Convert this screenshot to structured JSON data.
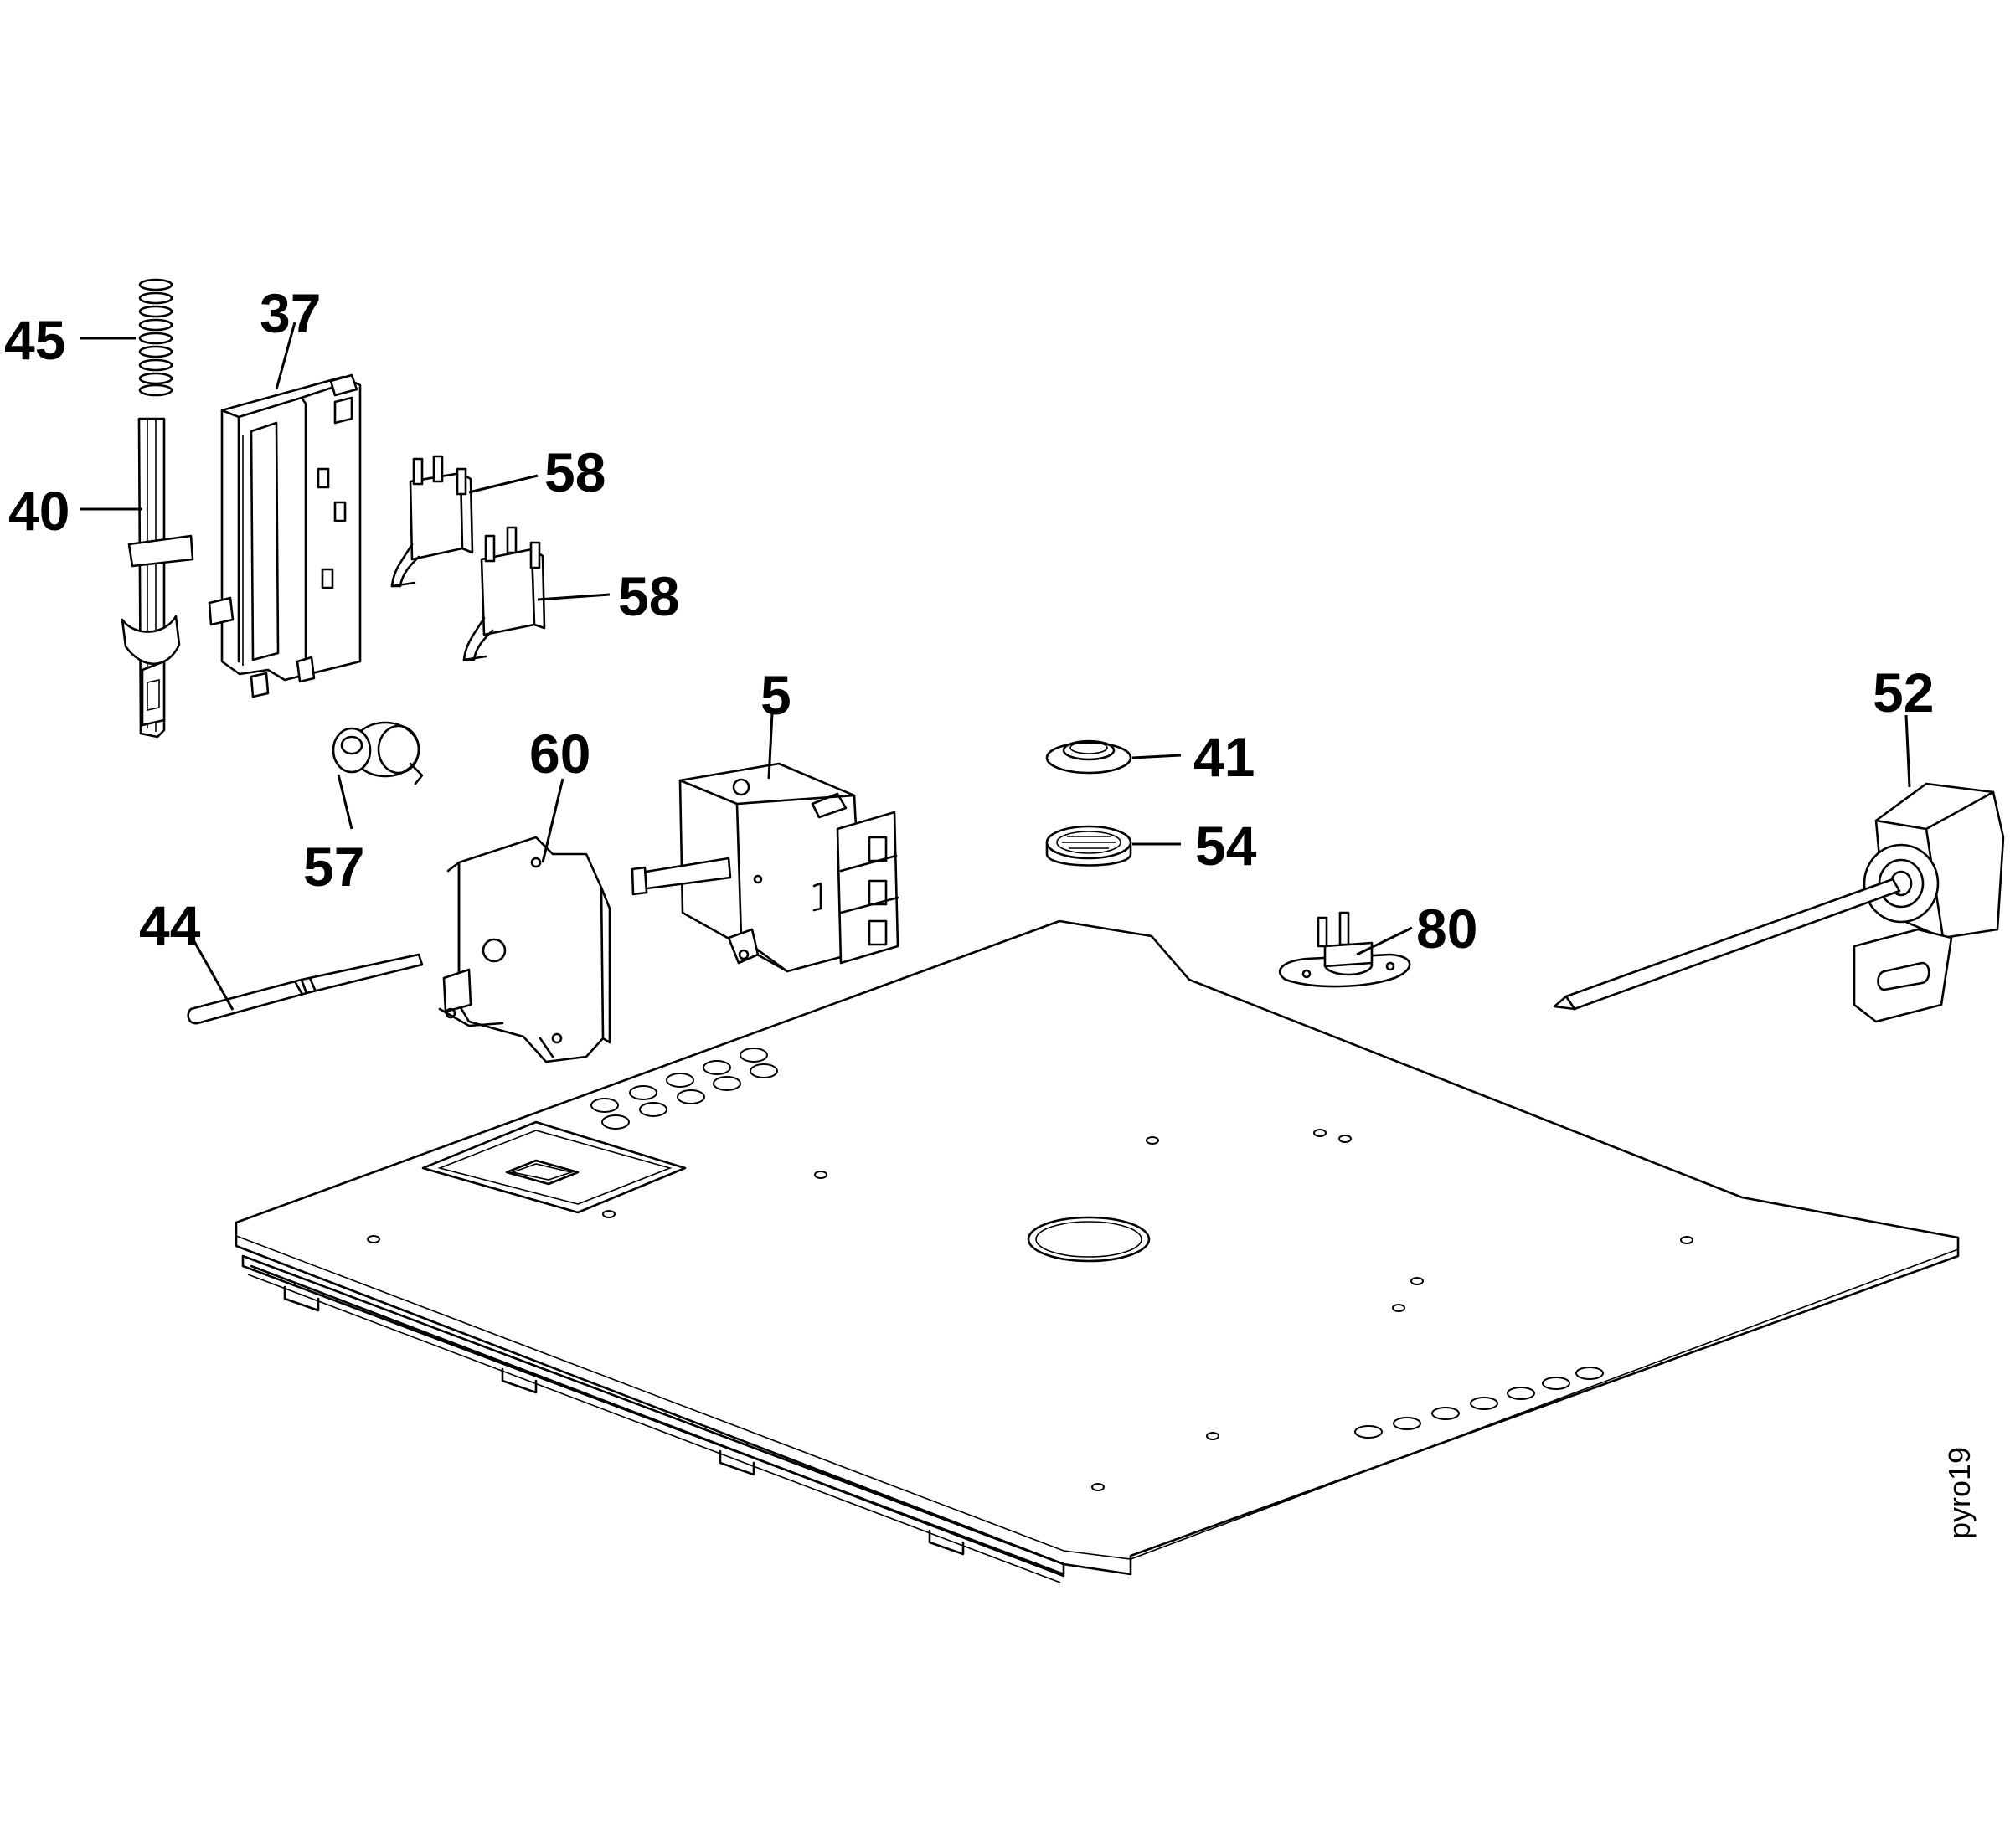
{
  "diagram": {
    "drawing_code": "pyro19",
    "callouts": [
      {
        "id": "c45",
        "label": "45"
      },
      {
        "id": "c37",
        "label": "37"
      },
      {
        "id": "c40",
        "label": "40"
      },
      {
        "id": "c58a",
        "label": "58"
      },
      {
        "id": "c58b",
        "label": "58"
      },
      {
        "id": "c5",
        "label": "5"
      },
      {
        "id": "c52",
        "label": "52"
      },
      {
        "id": "c57",
        "label": "57"
      },
      {
        "id": "c60",
        "label": "60"
      },
      {
        "id": "c41",
        "label": "41"
      },
      {
        "id": "c54",
        "label": "54"
      },
      {
        "id": "c44",
        "label": "44"
      },
      {
        "id": "c80",
        "label": "80"
      }
    ]
  }
}
